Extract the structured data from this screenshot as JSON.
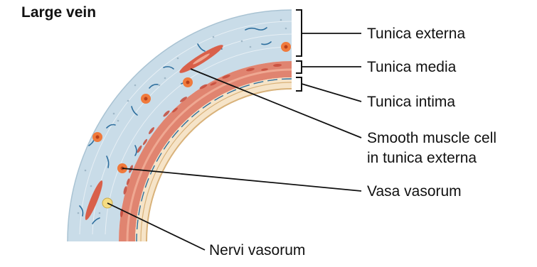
{
  "diagram": {
    "title": "Large vein",
    "labels": {
      "tunica_externa": "Tunica externa",
      "tunica_media": "Tunica media",
      "tunica_intima": "Tunica intima",
      "smooth_muscle_line1": "Smooth muscle cell",
      "smooth_muscle_line2": "in tunica externa",
      "vasa_vasorum": "Vasa vasorum",
      "nervi_vasorum": "Nervi vasorum"
    },
    "colors": {
      "externa": "#c9dce8",
      "externa_edge": "#a9c3d3",
      "media": "#e08470",
      "media_light": "#efa892",
      "intima": "#f6e4c8",
      "intima_edge": "#d9b27a",
      "muscle_cell": "#d9604a",
      "vessel": "#f07a3c",
      "nerve": "#f5dc82",
      "fiber": "#2e6f9e",
      "line": "#111111"
    }
  }
}
